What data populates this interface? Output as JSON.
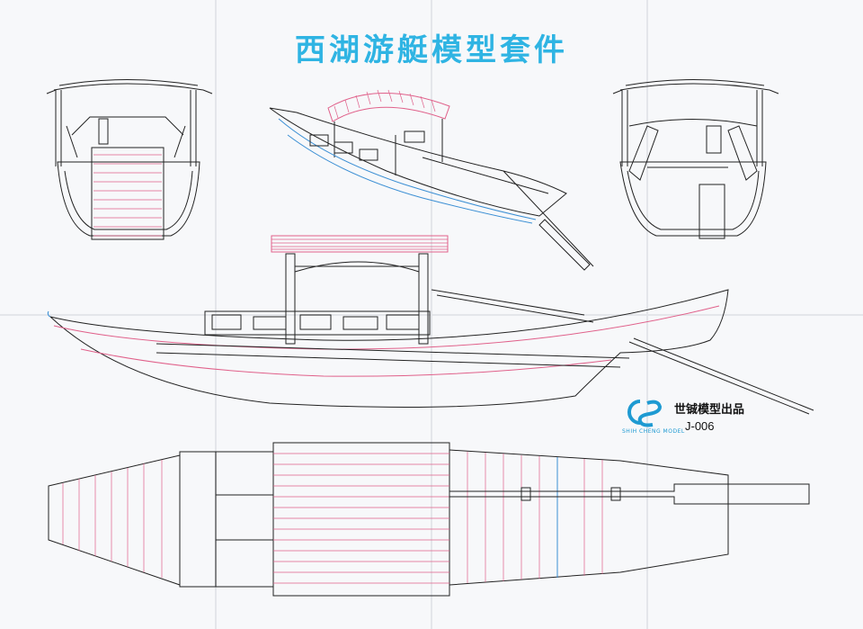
{
  "title": "西湖游艇模型套件",
  "brand": {
    "logo_text": "CS",
    "logo_subtext": "SHIH CHENG MODEL",
    "maker_text": "世铖模型出品",
    "model_code": "J-006"
  },
  "colors": {
    "title": "#2fb4e3",
    "ink": "#222222",
    "roof_red": "#e0608a",
    "hull_blue": "#3b8fd4",
    "paper": "#f7f8fa"
  }
}
